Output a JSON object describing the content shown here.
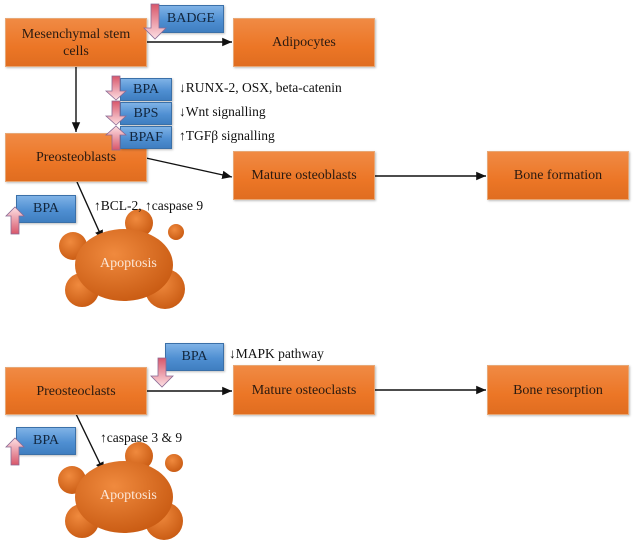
{
  "osteoblast_pathway": {
    "nodes": {
      "msc": "Mesenchymal stem cells",
      "adipocytes": "Adipocytes",
      "preosteoblasts": "Preosteoblasts",
      "mature_osteoblasts": "Mature osteoblasts",
      "bone_formation": "Bone formation",
      "apoptosis": "Apoptosis"
    },
    "modulators": [
      {
        "compound": "BADGE",
        "direction": "down",
        "effect": ""
      },
      {
        "compound": "BPA",
        "direction": "down",
        "effect": "↓RUNX-2, OSX, beta-catenin"
      },
      {
        "compound": "BPS",
        "direction": "down",
        "effect": "↓Wnt signalling"
      },
      {
        "compound": "BPAF",
        "direction": "up",
        "effect": "↑TGFβ signalling"
      },
      {
        "compound": "BPA",
        "direction": "up",
        "effect": "↑BCL-2, ↑caspase 9"
      }
    ]
  },
  "osteoclast_pathway": {
    "nodes": {
      "preosteoclasts": "Preosteoclasts",
      "mature_osteoclasts": "Mature osteoclasts",
      "bone_resorption": "Bone resorption",
      "apoptosis": "Apoptosis"
    },
    "modulators": [
      {
        "compound": "BPA",
        "direction": "down",
        "effect": "↓MAPK pathway"
      },
      {
        "compound": "BPA",
        "direction": "up",
        "effect": "↑caspase 3 & 9"
      }
    ]
  },
  "colors": {
    "node_orange": "#ec7626",
    "tag_blue": "#4f8fd2",
    "arrow_pink": "#f5a3ad"
  }
}
